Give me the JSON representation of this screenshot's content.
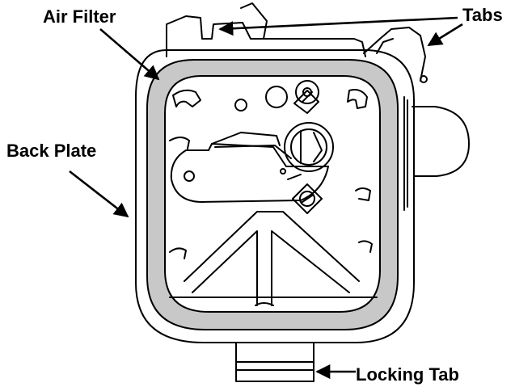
{
  "labels": {
    "air_filter": "Air Filter",
    "tabs": "Tabs",
    "back_plate": "Back Plate",
    "locking_tab": "Locking Tab"
  },
  "colors": {
    "line": "#000000",
    "filter_gasket": "#c8c8c8",
    "background": "#ffffff"
  }
}
